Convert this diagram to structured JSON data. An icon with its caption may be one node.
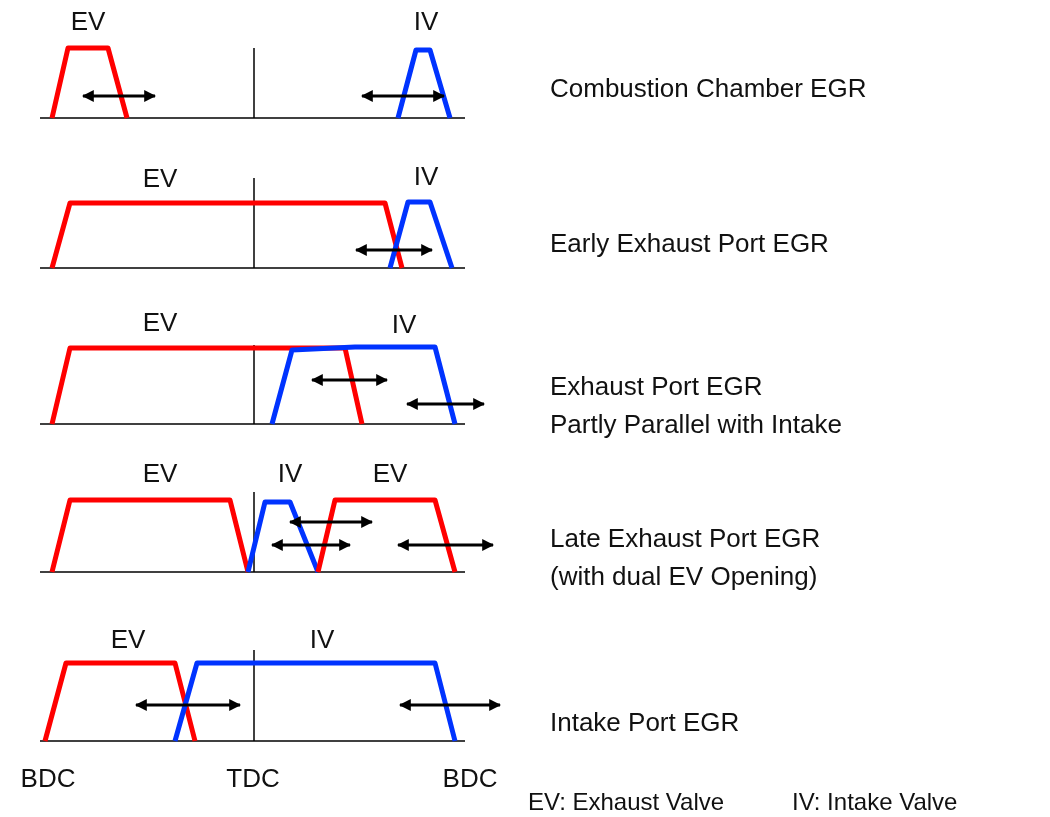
{
  "diagram": {
    "labels": [
      "EV",
      "IV",
      "Combustion Chamber EGR",
      "EV",
      "IV",
      "Early Exhaust Port EGR",
      "EV",
      "IV",
      "Exhaust Port EGR Partly Parallel with Intake",
      "EV",
      "IV",
      "EV",
      "Late Exhaust Port EGR (with dual EV Opening)",
      "EV",
      "IV",
      "Intake Port EGR",
      "BDC",
      "TDC",
      "BDC",
      "EV: Exhaust Valve",
      "IV: Intake Valve"
    ]
  }
}
